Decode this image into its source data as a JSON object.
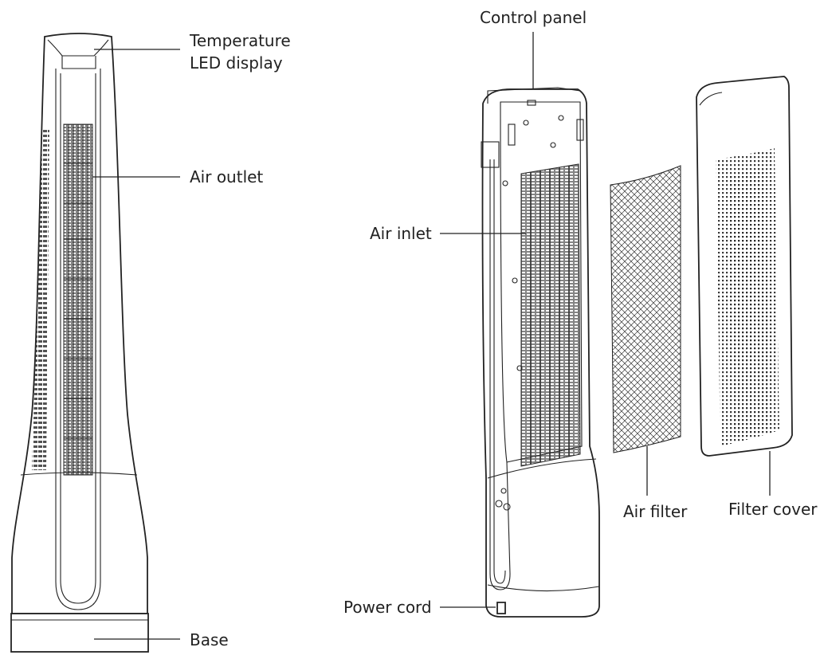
{
  "labels": {
    "temperature_led_display": [
      "Temperature",
      "LED display"
    ],
    "air_outlet": "Air outlet",
    "base": "Base",
    "control_panel": "Control panel",
    "air_inlet": "Air inlet",
    "air_filter": "Air filter",
    "filter_cover": "Filter cover",
    "power_cord": "Power cord"
  },
  "colors": {
    "line": "#222222",
    "background": "#ffffff"
  }
}
